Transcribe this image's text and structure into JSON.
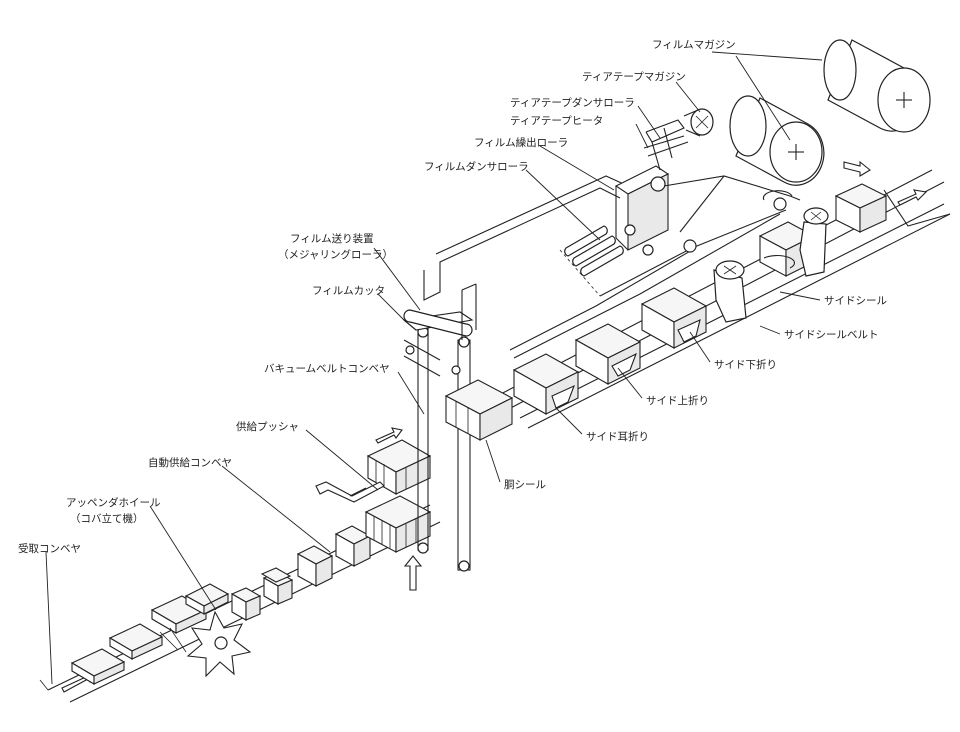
{
  "labels": {
    "film_magazine": "フィルムマガジン",
    "tear_tape_magazine": "ティアテープマガジン",
    "tear_tape_dancer_roller": "ティアテープダンサローラ",
    "tear_tape_heater": "ティアテープヒータ",
    "film_feed_roller": "フィルム繰出ローラ",
    "film_dancer_roller": "フィルムダンサローラ",
    "film_feeder": "フィルム送り装置",
    "measuring_roller": "（メジャリングローラ）",
    "film_cutter": "フィルムカッタ",
    "vacuum_belt_conveyor": "バキュームベルトコンベヤ",
    "supply_pusher": "供給プッシャ",
    "auto_supply_conveyor": "自動供給コンベヤ",
    "upender_wheel": "アッペンダホイール",
    "upender_note": "（コバ立て機）",
    "receiving_conveyor": "受取コンベヤ",
    "side_seal": "サイドシール",
    "side_seal_belt": "サイドシールベルト",
    "side_lower_fold": "サイド下折り",
    "side_upper_fold": "サイド上折り",
    "side_ear_fold": "サイド耳折り",
    "belly_seal": "胴シール"
  }
}
